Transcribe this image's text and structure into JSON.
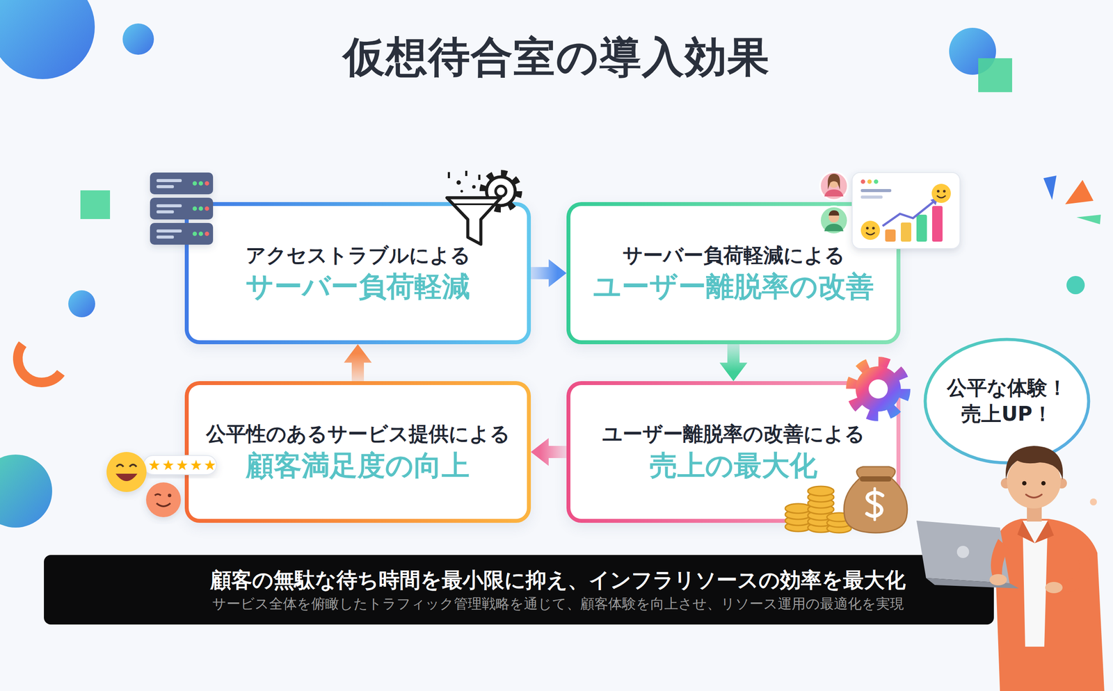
{
  "diagram": {
    "title": "仮想待合室の導入効果",
    "nodes": [
      {
        "text": [
          "アクセストラブルによる",
          "サーバー負荷軽減"
        ]
      },
      {
        "text": [
          "サーバー負荷軽減による",
          "ユーザー離脱率の改善"
        ]
      },
      {
        "text": [
          "ユーザー離脱率の改善による",
          "売上の最大化"
        ]
      },
      {
        "text": [
          "公平性のあるサービス提供による",
          "顧客満足度の向上"
        ]
      },
      {
        "text": [
          "顧客の無駄な待ち時間を最小限に抑え、インフラリソースの効率を最大化",
          "サービス全体を俯瞰したトラフィック管理戦略を通じて、顧客体験を向上させ、リソース運用の最適化を実現"
        ]
      },
      {
        "text": [
          "公平な体験！ 売上UP！"
        ]
      }
    ],
    "edges": [
      {
        "from": 0,
        "to": 1,
        "arrow": "to"
      },
      {
        "from": 1,
        "to": 2,
        "arrow": "to"
      },
      {
        "from": 2,
        "to": 3,
        "arrow": "to"
      },
      {
        "from": 3,
        "to": 0,
        "arrow": "to"
      }
    ]
  }
}
